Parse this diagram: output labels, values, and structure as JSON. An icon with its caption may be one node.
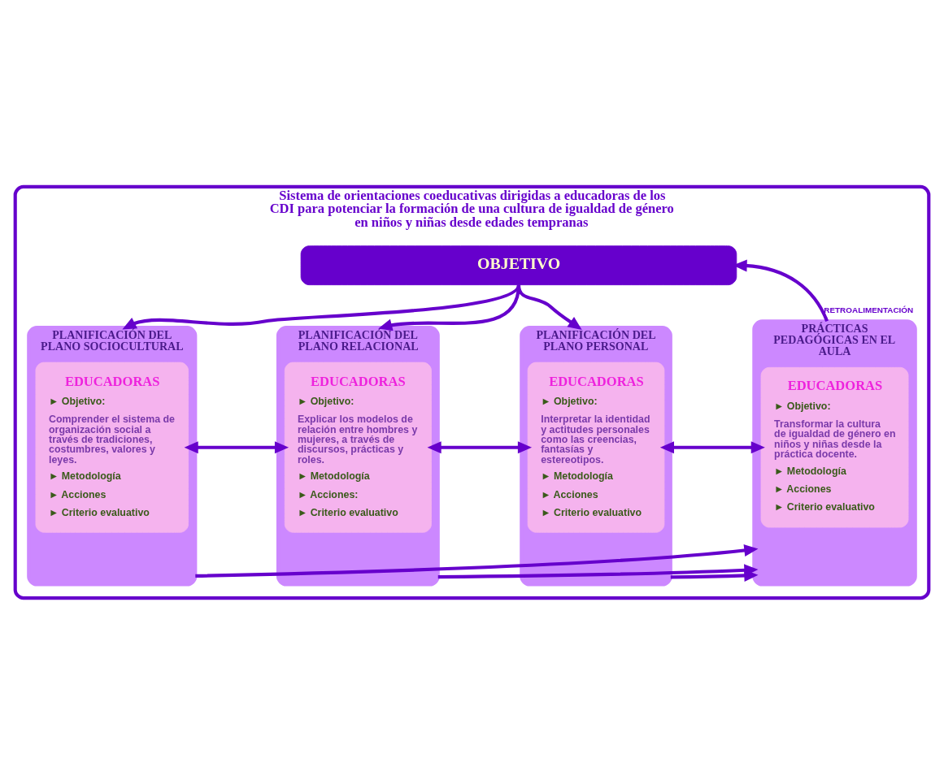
{
  "diagram": {
    "nodes": [
      {
        "text": [
          "Sistema de orientaciones coeducativas dirigidas a educadoras de los CDI para potenciar la formación de una cultura de igualdad de género en niños y niñas desde edades tempranas"
        ]
      },
      {
        "text": [
          "OBJETIVO"
        ],
        "in": 0
      },
      {
        "text": [
          "PLANIFICACIÓN DEL PLANO SOCIOCULTURAL"
        ],
        "in": 0
      },
      {
        "text": [
          "EDUCADORAS",
          "► Objetivo:",
          "Comprender el sistema de organización social a través de tradiciones, costumbres, valores y leyes.",
          "► Metodología",
          "► Acciones",
          "► Criterio evaluativo"
        ],
        "in": 2
      },
      {
        "text": [
          "PLANIFICACIÓN DEL PLANO RELACIONAL"
        ],
        "in": 0
      },
      {
        "text": [
          "EDUCADORAS",
          "► Objetivo:",
          "Explicar los modelos de relación entre hombres y mujeres, a través de discursos, prácticas y roles.",
          "► Metodología",
          "► Acciones:",
          "► Criterio evaluativo"
        ],
        "in": 4
      },
      {
        "text": [
          "PLANIFICACIÓN DEL PLANO PERSONAL"
        ],
        "in": 0
      },
      {
        "text": [
          "EDUCADORAS",
          "► Objetivo:",
          "Interpretar la identidad y actitudes personales como las creencias, fantasías y estereotipos.",
          "► Metodología",
          "► Acciones",
          "► Criterio evaluativo"
        ],
        "in": 6
      },
      {
        "text": [
          "PRÁCTICAS PEDAGÓGICAS EN EL AULA"
        ],
        "in": 0
      },
      {
        "text": [
          "EDUCADORAS",
          "► Objetivo:",
          "Transformar la cultura de igualdad de género en niños y niñas desde la práctica docente.",
          "► Metodología",
          "► Acciones",
          "► Criterio evaluativo"
        ],
        "in": 8
      }
    ],
    "edges": [
      {
        "from": 1,
        "to": 2,
        "arrow": "to"
      },
      {
        "from": 1,
        "to": 4,
        "arrow": "to"
      },
      {
        "from": 1,
        "to": 6,
        "arrow": "to"
      },
      {
        "from": 8,
        "to": 1,
        "arrow": "to",
        "label": "RETROALIMENTACIÓN"
      },
      {
        "from": 3,
        "to": 5,
        "arrow": "both"
      },
      {
        "from": 5,
        "to": 7,
        "arrow": "both"
      },
      {
        "from": 7,
        "to": 9,
        "arrow": "both"
      },
      {
        "from": 2,
        "to": 8,
        "arrow": "to"
      },
      {
        "from": 4,
        "to": 8,
        "arrow": "to"
      },
      {
        "from": 6,
        "to": 8,
        "arrow": "to"
      }
    ]
  }
}
